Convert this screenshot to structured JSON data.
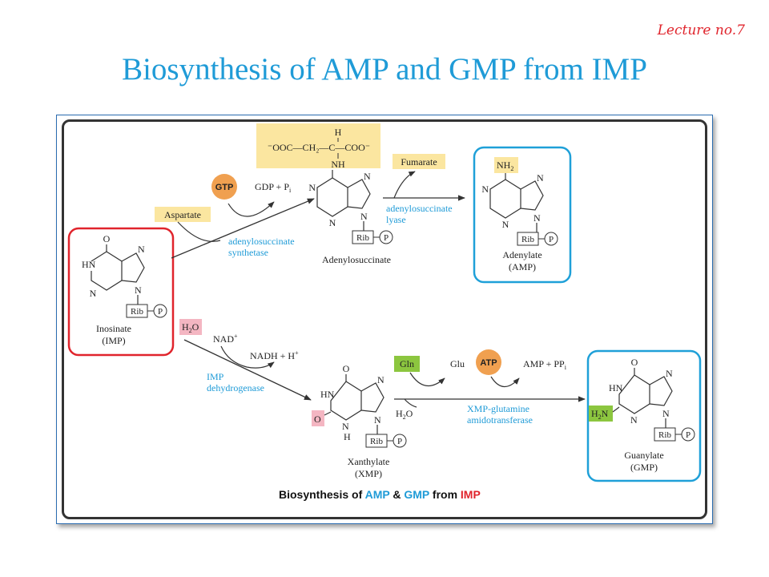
{
  "header": {
    "lecture_tag": "Lecture no.7",
    "title": "Biosynthesis of AMP and GMP from IMP"
  },
  "diagram": {
    "cofactors": {
      "gtp": "GTP",
      "gdp_pi": "GDP + P",
      "gdp_pi_sub": "i",
      "aspartate": "Aspartate",
      "fumarate": "Fumarate",
      "h2o_top": "H",
      "h2o_top_sub": "2",
      "h2o_top_end": "O",
      "nad": "NAD",
      "nad_sup": "+",
      "nadh": "NADH + H",
      "nadh_sup": "+",
      "gln": "Gln",
      "glu": "Glu",
      "atp": "ATP",
      "amp_ppi": "AMP + PP",
      "amp_ppi_sub": "i",
      "h2o_bottom": "H",
      "h2o_bottom_sub": "2",
      "h2o_bottom_end": "O"
    },
    "enzymes": {
      "synthetase_1": "adenylosuccinate",
      "synthetase_2": "synthetase",
      "lyase_1": "adenylosuccinate",
      "lyase_2": "lyase",
      "dehydrogenase_1": "IMP",
      "dehydrogenase_2": "dehydrogenase",
      "amidotransferase_1": "XMP-glutamine",
      "amidotransferase_2": "amidotransferase"
    },
    "compounds": {
      "inosinate_name": "Inosinate",
      "inosinate_abbr": "(IMP)",
      "adenylosuccinate_name": "Adenylosuccinate",
      "adenylate_name": "Adenylate",
      "adenylate_abbr": "(AMP)",
      "xanthylate_name": "Xanthylate",
      "xanthylate_abbr": "(XMP)",
      "guanylate_name": "Guanylate",
      "guanylate_abbr": "(GMP)"
    },
    "atoms": {
      "N": "N",
      "O": "O",
      "HN": "HN",
      "H": "H",
      "rib": "Rib",
      "p": "P",
      "nh2": "NH",
      "nh2_sub": "2",
      "h2n": "H",
      "h2n_sub": "2",
      "h2n_end": "N",
      "nh": "NH",
      "succinyl_chain": "⁻OOC—CH₂—C—COO⁻",
      "succinyl_h": "H"
    },
    "caption": {
      "part1": "Biosynthesis of ",
      "amp": "AMP",
      "amp_sep": " & ",
      "gmp": "GMP",
      "part2": " from ",
      "imp": "IMP"
    },
    "colors": {
      "title": "#1f9bd7",
      "enzyme": "#1f9bd7",
      "imp_box": "#e0242c",
      "product_box": "#1fa0d8",
      "cofactor_orange": "#f0a050",
      "highlight_yellow": "#fbe6a0",
      "highlight_pink": "#f4b6c2",
      "highlight_green": "#8cc63f",
      "caption_amp": "#1f9bd7",
      "caption_gmp": "#1f9bd7",
      "caption_imp": "#e0242c"
    }
  }
}
